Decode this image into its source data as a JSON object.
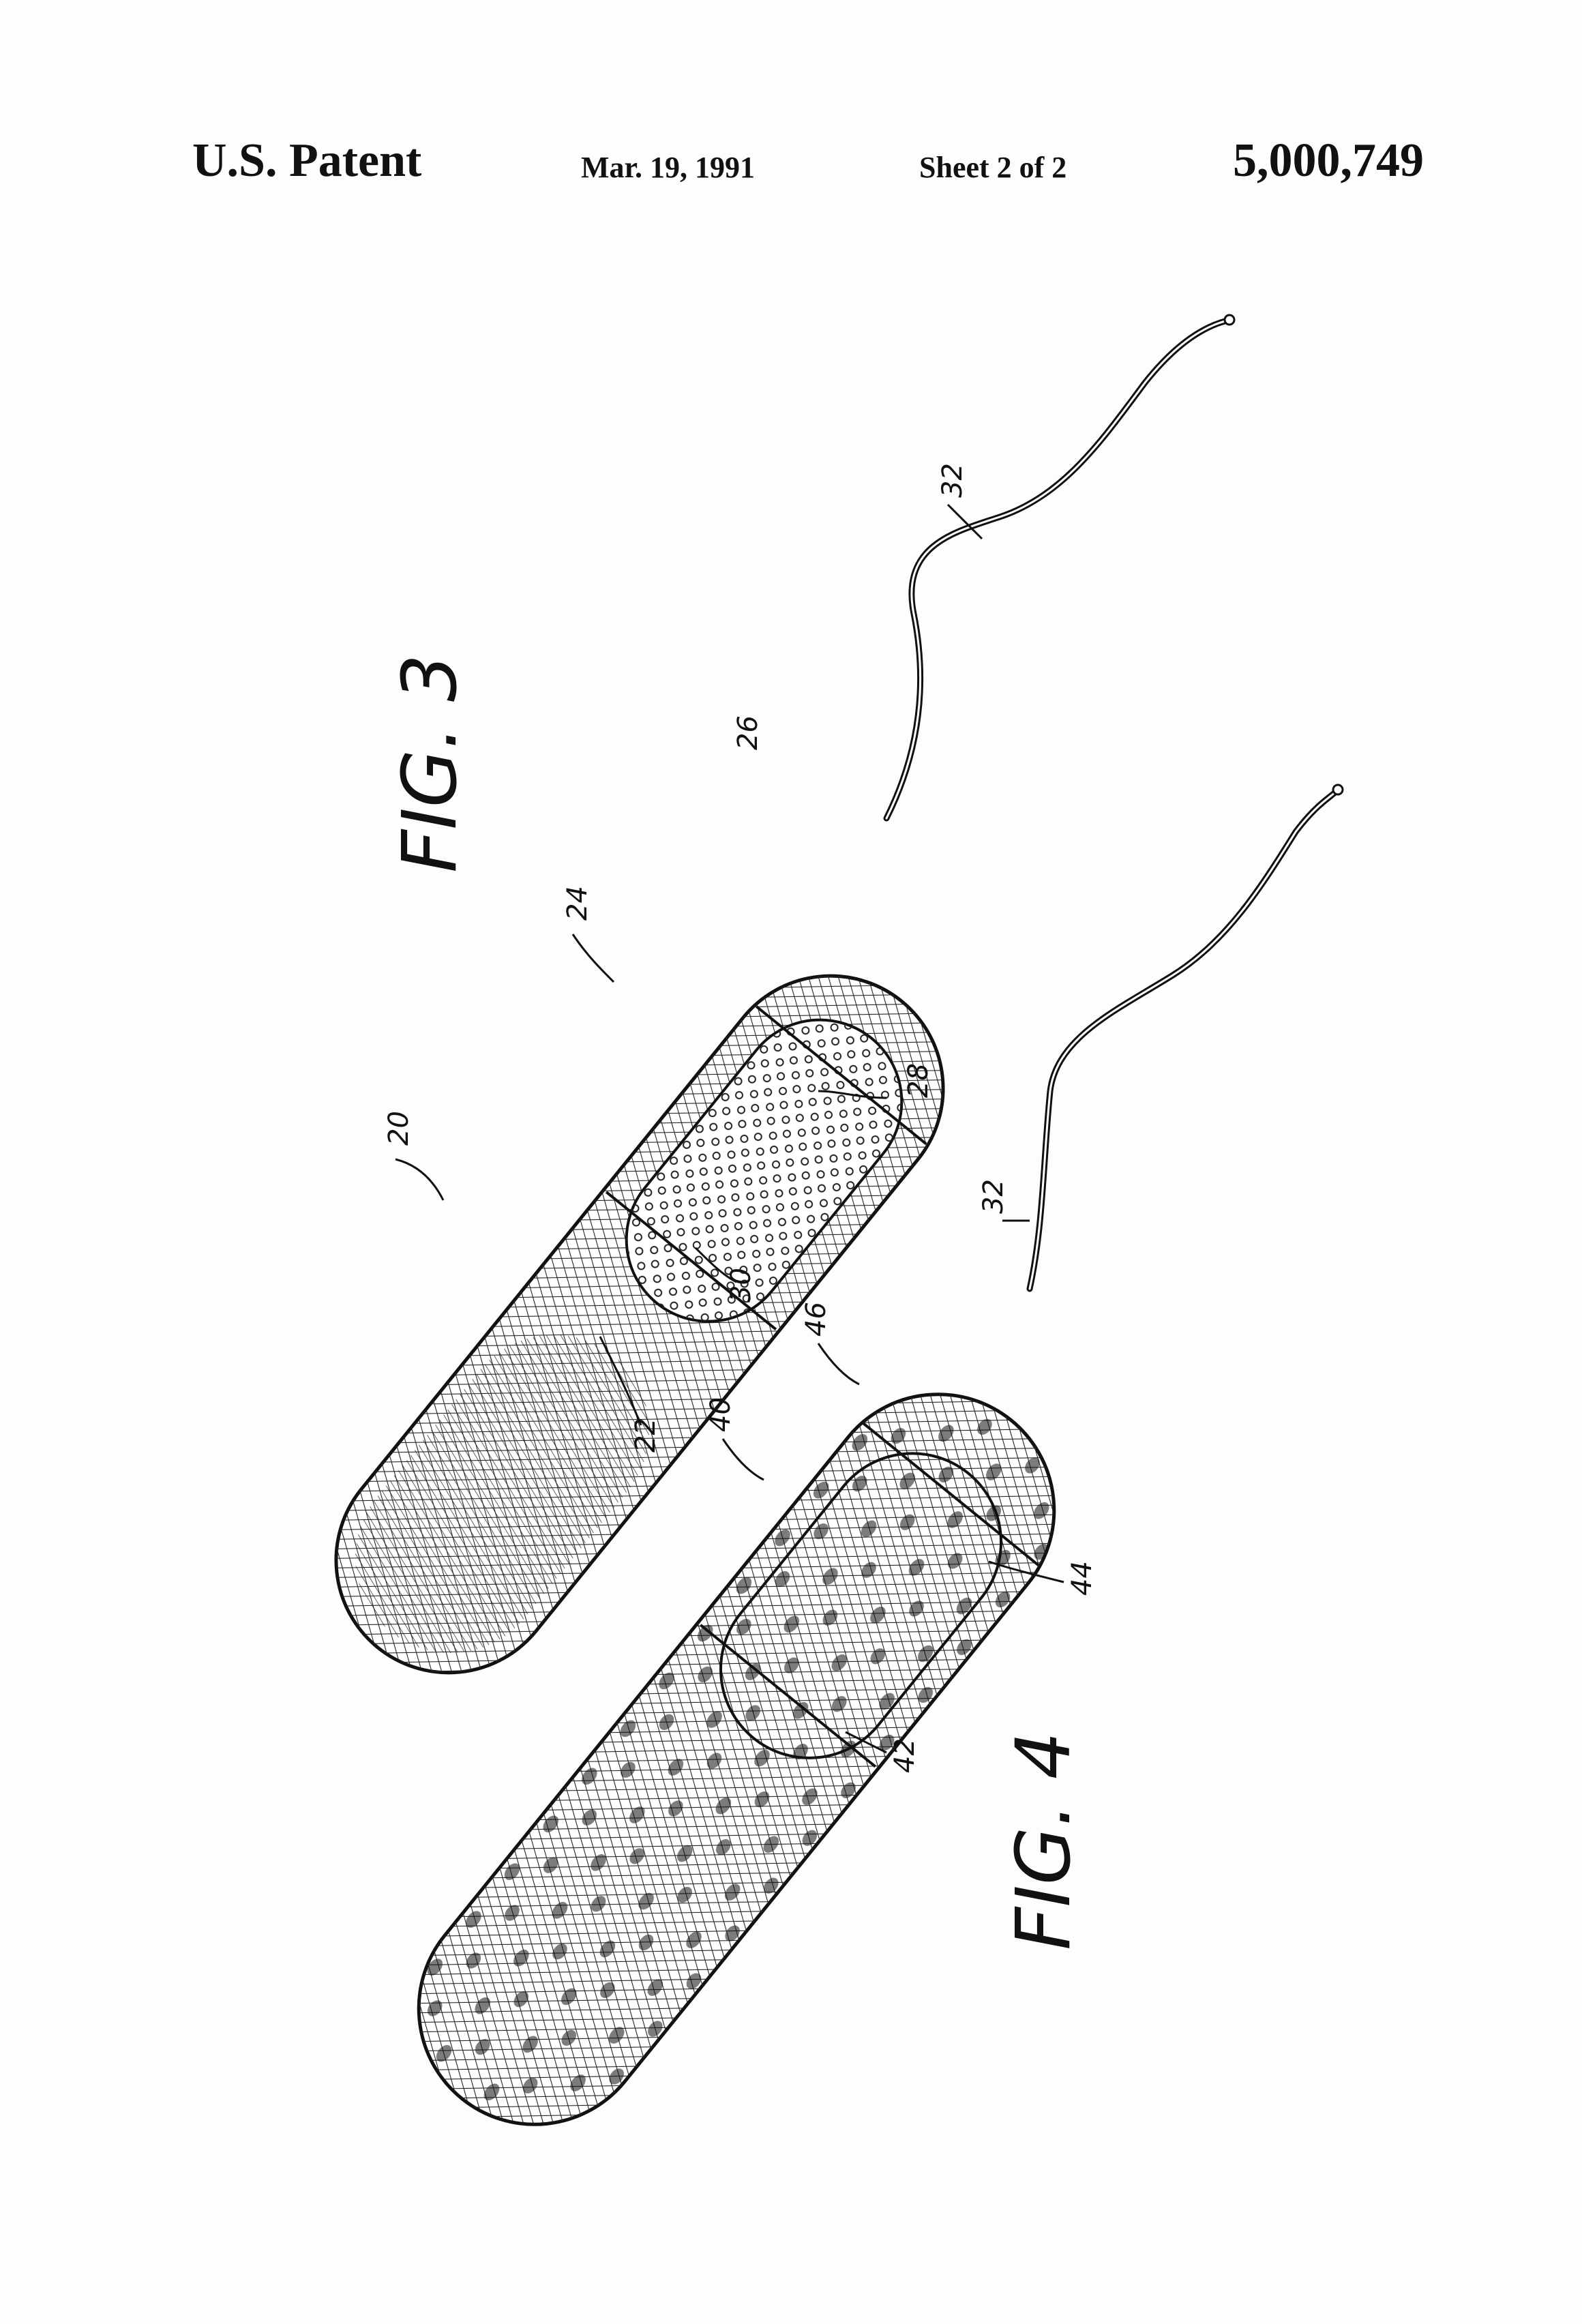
{
  "header": {
    "office": "U.S. Patent",
    "date": "Mar. 19, 1991",
    "sheet": "Sheet 2 of 2",
    "patent_number": "5,000,749"
  },
  "figures": [
    {
      "label": "FIG. 3",
      "refs": [
        "20",
        "22",
        "24",
        "26",
        "28",
        "30",
        "32"
      ]
    },
    {
      "label": "FIG. 4",
      "refs": [
        "32",
        "40",
        "42",
        "44",
        "46"
      ]
    }
  ]
}
